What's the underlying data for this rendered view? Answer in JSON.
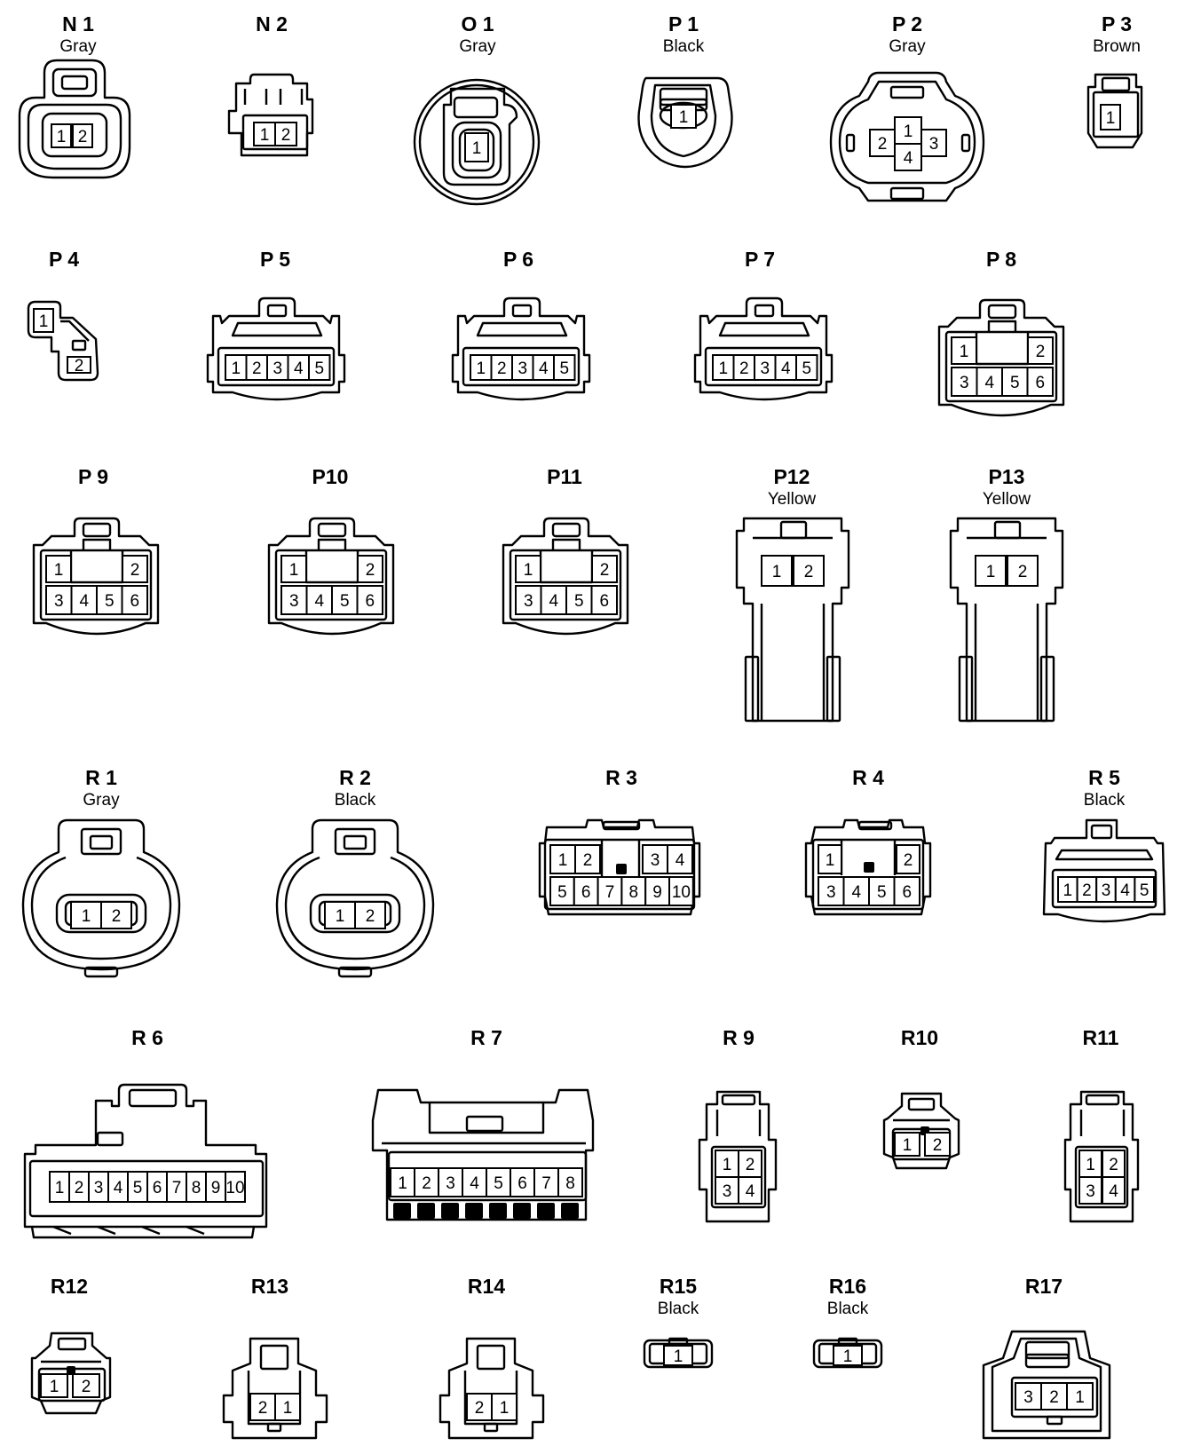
{
  "connectors": [
    {
      "id": "N 1",
      "color": "Gray",
      "pins": [
        "1",
        "2"
      ]
    },
    {
      "id": "N 2",
      "color": "",
      "pins": [
        "1",
        "2"
      ]
    },
    {
      "id": "O 1",
      "color": "Gray",
      "pins": [
        "1"
      ]
    },
    {
      "id": "P 1",
      "color": "Black",
      "pins": [
        "1"
      ]
    },
    {
      "id": "P 2",
      "color": "Gray",
      "pins": [
        "1",
        "2",
        "3",
        "4"
      ]
    },
    {
      "id": "P 3",
      "color": "Brown",
      "pins": [
        "1"
      ]
    },
    {
      "id": "P 4",
      "color": "",
      "pins": [
        "1",
        "2"
      ]
    },
    {
      "id": "P 5",
      "color": "",
      "pins": [
        "1",
        "2",
        "3",
        "4",
        "5"
      ]
    },
    {
      "id": "P 6",
      "color": "",
      "pins": [
        "1",
        "2",
        "3",
        "4",
        "5"
      ]
    },
    {
      "id": "P 7",
      "color": "",
      "pins": [
        "1",
        "2",
        "3",
        "4",
        "5"
      ]
    },
    {
      "id": "P 8",
      "color": "",
      "pins": [
        "1",
        "2",
        "3",
        "4",
        "5",
        "6"
      ]
    },
    {
      "id": "P 9",
      "color": "",
      "pins": [
        "1",
        "2",
        "3",
        "4",
        "5",
        "6"
      ]
    },
    {
      "id": "P10",
      "color": "",
      "pins": [
        "1",
        "2",
        "3",
        "4",
        "5",
        "6"
      ]
    },
    {
      "id": "P11",
      "color": "",
      "pins": [
        "1",
        "2",
        "3",
        "4",
        "5",
        "6"
      ]
    },
    {
      "id": "P12",
      "color": "Yellow",
      "pins": [
        "1",
        "2"
      ]
    },
    {
      "id": "P13",
      "color": "Yellow",
      "pins": [
        "1",
        "2"
      ]
    },
    {
      "id": "R 1",
      "color": "Gray",
      "pins": [
        "1",
        "2"
      ]
    },
    {
      "id": "R 2",
      "color": "Black",
      "pins": [
        "1",
        "2"
      ]
    },
    {
      "id": "R 3",
      "color": "",
      "pins": [
        "1",
        "2",
        "3",
        "4",
        "5",
        "6",
        "7",
        "8",
        "9",
        "10"
      ]
    },
    {
      "id": "R 4",
      "color": "",
      "pins": [
        "1",
        "2",
        "3",
        "4",
        "5",
        "6"
      ]
    },
    {
      "id": "R 5",
      "color": "Black",
      "pins": [
        "1",
        "2",
        "3",
        "4",
        "5"
      ]
    },
    {
      "id": "R 6",
      "color": "",
      "pins": [
        "1",
        "2",
        "3",
        "4",
        "5",
        "6",
        "7",
        "8",
        "9",
        "10"
      ]
    },
    {
      "id": "R 7",
      "color": "",
      "pins": [
        "1",
        "2",
        "3",
        "4",
        "5",
        "6",
        "7",
        "8"
      ]
    },
    {
      "id": "R 9",
      "color": "",
      "pins": [
        "1",
        "2",
        "3",
        "4"
      ]
    },
    {
      "id": "R10",
      "color": "",
      "pins": [
        "1",
        "2"
      ]
    },
    {
      "id": "R11",
      "color": "",
      "pins": [
        "1",
        "2",
        "3",
        "4"
      ]
    },
    {
      "id": "R12",
      "color": "",
      "pins": [
        "1",
        "2"
      ]
    },
    {
      "id": "R13",
      "color": "",
      "pins": [
        "2",
        "1"
      ]
    },
    {
      "id": "R14",
      "color": "",
      "pins": [
        "2",
        "1"
      ]
    },
    {
      "id": "R15",
      "color": "Black",
      "pins": [
        "1"
      ]
    },
    {
      "id": "R16",
      "color": "Black",
      "pins": [
        "1"
      ]
    },
    {
      "id": "R17",
      "color": "",
      "pins": [
        "3",
        "2",
        "1"
      ]
    }
  ]
}
